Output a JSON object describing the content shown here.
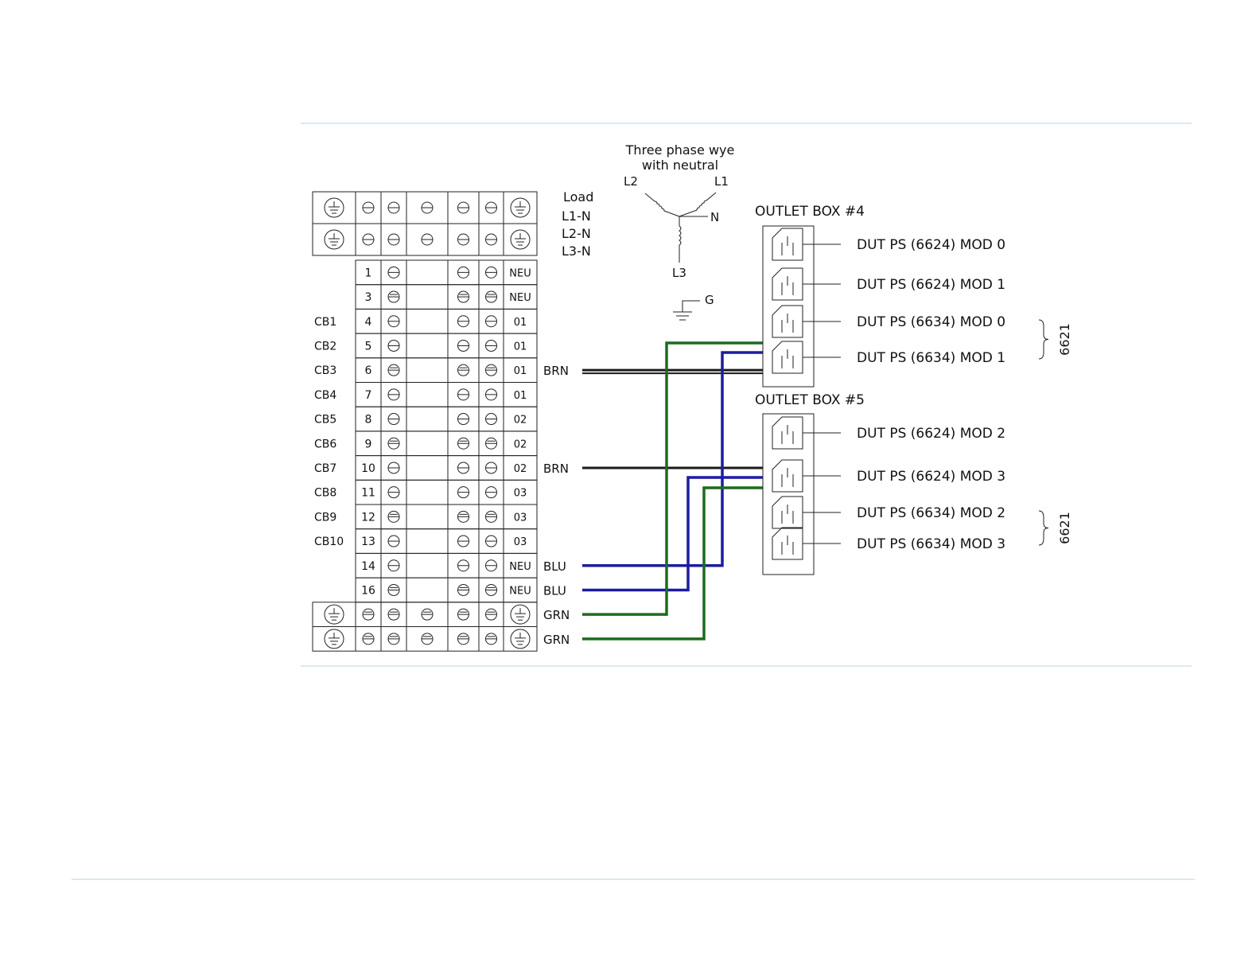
{
  "source": {
    "title_line1": "Three phase wye",
    "title_line2": "with neutral",
    "labels": [
      "L1",
      "L2",
      "L3",
      "N",
      "G"
    ]
  },
  "load": {
    "header": "Load",
    "lines": [
      "L1-N",
      "L2-N",
      "L3-N"
    ]
  },
  "terminal_rows": [
    {
      "num": "1",
      "cb": "",
      "code": "NEU",
      "wire": ""
    },
    {
      "num": "3",
      "cb": "",
      "code": "NEU",
      "wire": ""
    },
    {
      "num": "4",
      "cb": "CB1",
      "code": "01",
      "wire": ""
    },
    {
      "num": "5",
      "cb": "CB2",
      "code": "01",
      "wire": ""
    },
    {
      "num": "6",
      "cb": "CB3",
      "code": "01",
      "wire": "BRN"
    },
    {
      "num": "7",
      "cb": "CB4",
      "code": "01",
      "wire": ""
    },
    {
      "num": "8",
      "cb": "CB5",
      "code": "02",
      "wire": ""
    },
    {
      "num": "9",
      "cb": "CB6",
      "code": "02",
      "wire": ""
    },
    {
      "num": "10",
      "cb": "CB7",
      "code": "02",
      "wire": "BRN"
    },
    {
      "num": "11",
      "cb": "CB8",
      "code": "03",
      "wire": ""
    },
    {
      "num": "12",
      "cb": "CB9",
      "code": "03",
      "wire": ""
    },
    {
      "num": "13",
      "cb": "CB10",
      "code": "03",
      "wire": ""
    },
    {
      "num": "14",
      "cb": "",
      "code": "NEU",
      "wire": "BLU"
    },
    {
      "num": "16",
      "cb": "",
      "code": "NEU",
      "wire": "BLU"
    }
  ],
  "ground_rows": [
    {
      "wire": "GRN"
    },
    {
      "wire": "GRN"
    }
  ],
  "outlet_box_4": {
    "title": "OUTLET BOX #4",
    "outlets": [
      "DUT PS (6624) MOD 0",
      "DUT PS (6624) MOD 1",
      "DUT PS (6634) MOD 0",
      "DUT PS  (6634) MOD 1"
    ],
    "group_label": "6621"
  },
  "outlet_box_5": {
    "title": "OUTLET BOX #5",
    "outlets": [
      "DUT PS (6624) MOD 2",
      "DUT PS (6624) MOD 3",
      "DUT PS (6634) MOD 2",
      "DUT PS (6634) MOD 3"
    ],
    "group_label": "6621"
  },
  "wire_colors": {
    "BRN": "#1a1a1a",
    "BLU": "#1c1ca0",
    "GRN": "#1d6b1d"
  }
}
